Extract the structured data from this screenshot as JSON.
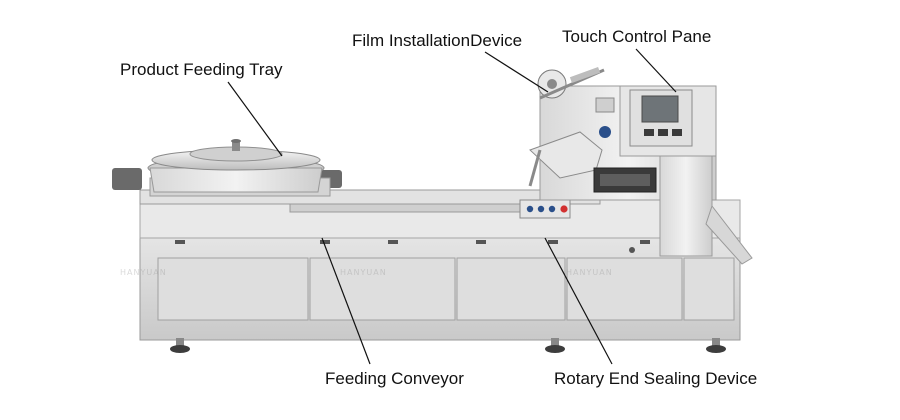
{
  "labels": {
    "product_feeding_tray": "Product Feeding Tray",
    "film_installation_device": "Film InstallationDevice",
    "touch_control_pane": "Touch Control Pane",
    "feeding_conveyor": "Feeding Conveyor",
    "rotary_end_sealing_device": "Rotary End Sealing Device"
  },
  "watermark": {
    "text": "HANYUAN"
  },
  "colors": {
    "background": "#ffffff",
    "steel_light": "#e4e4e4",
    "steel_mid": "#cfcfcf",
    "steel_dark": "#9a9a9a",
    "leader_line": "#111111",
    "screen": "#6e7478",
    "stop_button": "#d23030",
    "blue_button": "#2a4f8a"
  }
}
